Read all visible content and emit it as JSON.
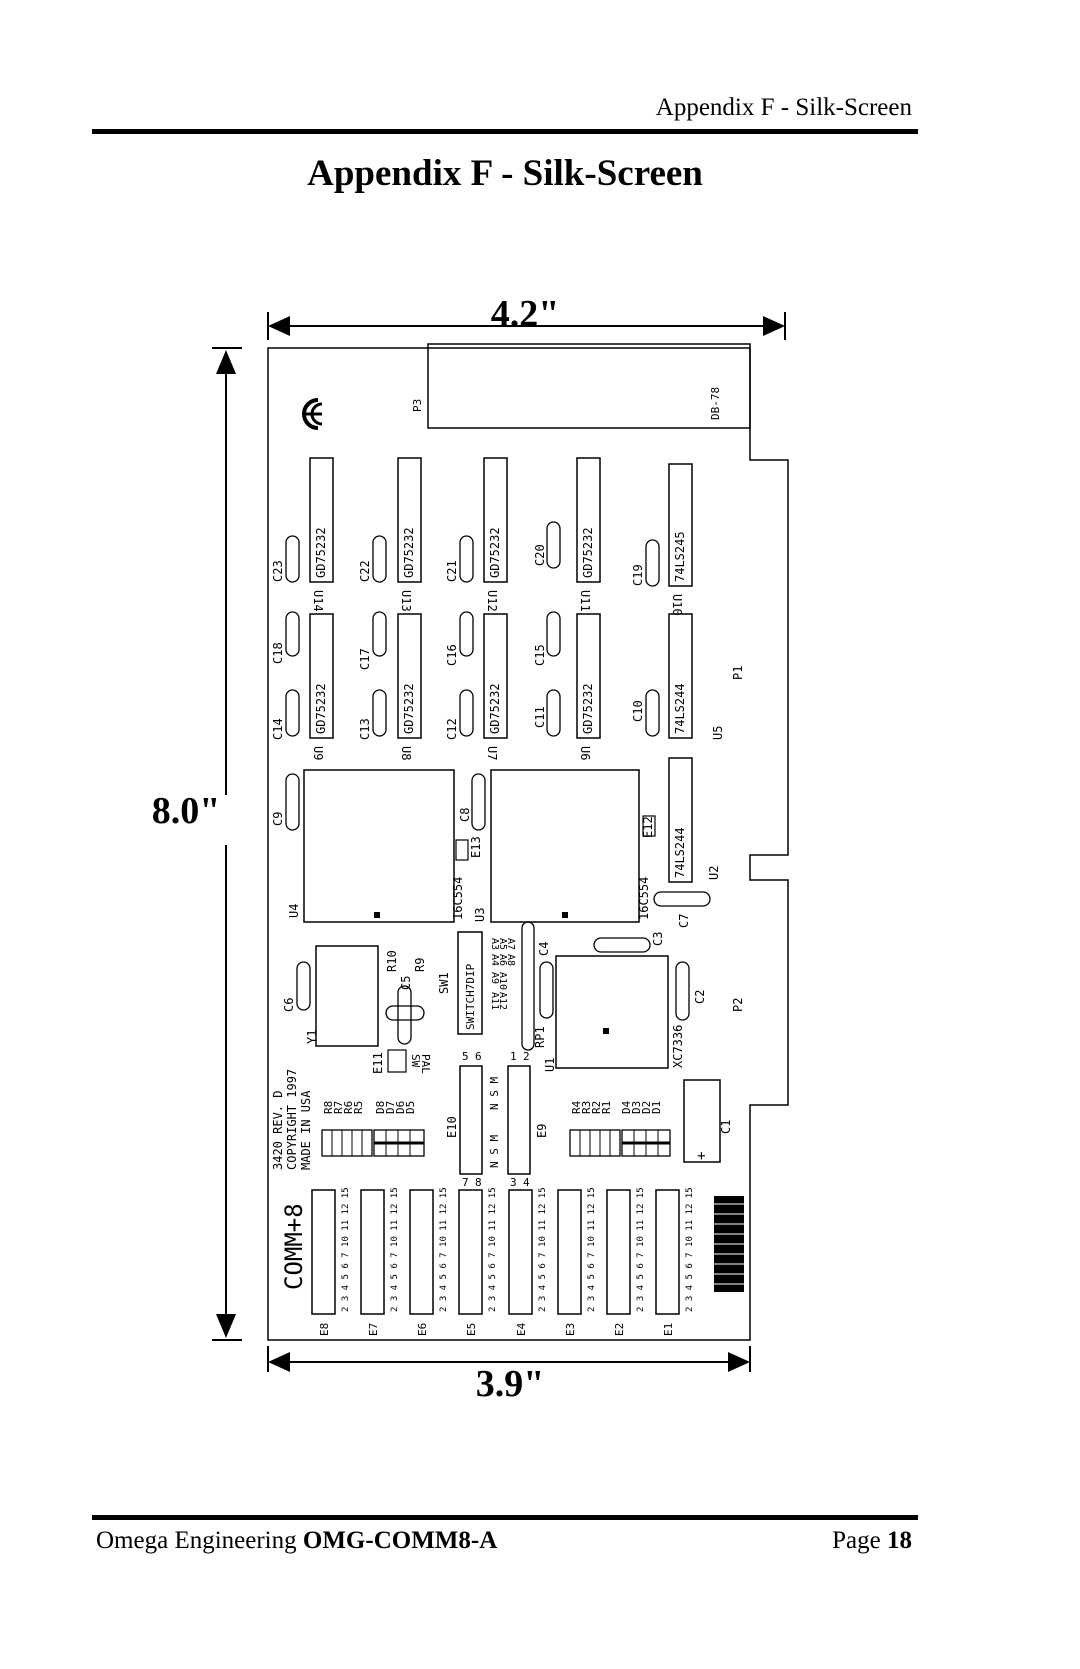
{
  "header": {
    "running_title": "Appendix F - Silk-Screen"
  },
  "title": "Appendix F - Silk-Screen",
  "dimensions": {
    "top_width": "4.2\"",
    "height": "8.0\"",
    "bottom_width": "3.9\""
  },
  "board": {
    "ce_mark": "CE",
    "connector_p3": "P3",
    "connector_db": "DB-78",
    "bus_p1": "P1",
    "bus_p2": "P2",
    "row1_caps": [
      "C23",
      "C22",
      "C21",
      "C20",
      "C19"
    ],
    "row1_chips": [
      {
        "part": "GD75232",
        "ref": "U14"
      },
      {
        "part": "GD75232",
        "ref": "U13"
      },
      {
        "part": "GD75232",
        "ref": "U12"
      },
      {
        "part": "GD75232",
        "ref": "U11"
      },
      {
        "part": "74LS245",
        "ref": "U10"
      }
    ],
    "row2_caps_top": [
      "C18",
      "C17",
      "C16",
      "C15"
    ],
    "row2_caps_bottom": [
      "C14",
      "C13",
      "C12",
      "C11",
      "C10"
    ],
    "row2_chips": [
      {
        "part": "GD75232",
        "ref": "U9"
      },
      {
        "part": "GD75232",
        "ref": "U8"
      },
      {
        "part": "GD75232",
        "ref": "U7"
      },
      {
        "part": "GD75232",
        "ref": "U6"
      },
      {
        "part": "74LS244",
        "ref": "U5"
      }
    ],
    "uart_left": {
      "part": "16C554",
      "ref": "U4",
      "cap": "C9",
      "jumper": "E13",
      "cap2": "C8"
    },
    "uart_right": {
      "part": "16C554",
      "ref": "U3",
      "jumper": "E12"
    },
    "driver_u2": {
      "part": "74LS244",
      "ref": "U2",
      "cap": "C7"
    },
    "osc": {
      "ref": "Y1",
      "cap": "C6",
      "r10": "R10",
      "r9": "R9",
      "c5": "C5"
    },
    "switch": {
      "part": "SWITCH7DIP",
      "ref": "SW1",
      "addr": [
        "A3",
        "A4",
        "A5",
        "A6",
        "A7",
        "A8",
        "A9",
        "A10",
        "A11",
        "A12"
      ]
    },
    "cpld": {
      "part": "XC7336",
      "ref": "U1",
      "rp": "RP1",
      "c4": "C4",
      "c3": "C3",
      "c2": "C2"
    },
    "e11": {
      "ref": "E11",
      "label1": "SW",
      "label2": "PAL"
    },
    "e10": {
      "ref": "E10",
      "pins_top": [
        "5",
        "6"
      ],
      "pins_bottom": [
        "7",
        "8"
      ],
      "nsm1": "N S M",
      "nsm2": "N S M"
    },
    "e9": {
      "ref": "E9",
      "pins_top": [
        "1",
        "2"
      ],
      "pins_bottom": [
        "3",
        "4"
      ]
    },
    "info": [
      "3420 REV. D",
      "COPYRIGHT 1997",
      "MADE IN USA"
    ],
    "left_resistors": [
      "R8",
      "R7",
      "R6",
      "R5"
    ],
    "left_leds": [
      "D8",
      "D7",
      "D6",
      "D5"
    ],
    "right_resistors": [
      "R4",
      "R3",
      "R2",
      "R1"
    ],
    "right_leds": [
      "D4",
      "D3",
      "D2",
      "D1"
    ],
    "c1": {
      "ref": "C1",
      "plus": "+"
    },
    "product_name": "COMM+8",
    "header_pins": "2 3 4 5 6 7 10 11 12 15",
    "headers": [
      "E8",
      "E7",
      "E6",
      "E5",
      "E4",
      "E3",
      "E2",
      "E1"
    ]
  },
  "footer": {
    "company": "Omega Engineering",
    "model": "OMG-COMM8-A",
    "page_label": "Page",
    "page_number": "18"
  }
}
